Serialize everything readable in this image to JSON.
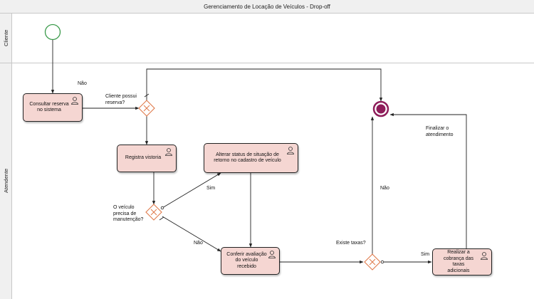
{
  "diagram": {
    "title": "Gerenciamento de Locação de Veículos - Drop-off",
    "lanes": {
      "cliente": "Cliente",
      "atendente": "Atendente"
    },
    "tasks": {
      "consultar": "Consultar reserva\nno sistema",
      "registra": "Registra vistoria",
      "alterar": "Alterar status de situação de\nretorno no cadastro de veículo",
      "conferir": "Conferir avaliação\ndo veículo\nrecebido",
      "realizar": "Realizar a\ncobrança das taxas\nadicionais"
    },
    "labels": {
      "cliente_possui_reserva": "Cliente possui\nreserva?",
      "nao_reserva": "Não",
      "veiculo_manutencao": "O veículo\nprecisa de\nmanutenção?",
      "sim_manutencao": "Sim",
      "nao_manutencao": "Não",
      "existe_taxas": "Existe taxas?",
      "sim_taxas": "Sim",
      "nao_taxas": "Não",
      "finalizar": "Finalizar o\natendimento"
    },
    "colors": {
      "task_fill": "#f5d6d2",
      "gateway_stroke": "#e07a4a",
      "start_event": "#3a9a4a",
      "end_event": "#8e1d5a"
    }
  }
}
